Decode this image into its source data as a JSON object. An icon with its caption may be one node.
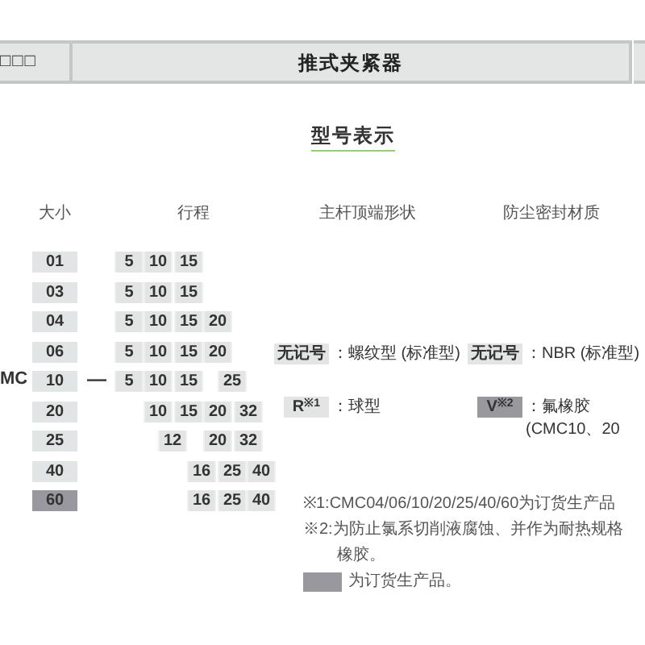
{
  "diagram": {
    "title": "型号表示",
    "nodes": [
      {
        "text": [
          "□□□"
        ]
      },
      {
        "text": [
          "推式夹紧器"
        ]
      },
      {
        "text": [
          "01"
        ]
      },
      {
        "text": [
          "5"
        ]
      },
      {
        "text": [
          "10"
        ]
      },
      {
        "text": [
          "15"
        ]
      },
      {
        "text": [
          "03"
        ]
      },
      {
        "text": [
          "5"
        ]
      },
      {
        "text": [
          "10"
        ]
      },
      {
        "text": [
          "15"
        ]
      },
      {
        "text": [
          "04"
        ]
      },
      {
        "text": [
          "5"
        ]
      },
      {
        "text": [
          "10"
        ]
      },
      {
        "text": [
          "15"
        ]
      },
      {
        "text": [
          "20"
        ]
      },
      {
        "text": [
          "06"
        ]
      },
      {
        "text": [
          "5"
        ]
      },
      {
        "text": [
          "10"
        ]
      },
      {
        "text": [
          "15"
        ]
      },
      {
        "text": [
          "20"
        ]
      },
      {
        "text": [
          "10"
        ]
      },
      {
        "text": [
          "5"
        ]
      },
      {
        "text": [
          "10"
        ]
      },
      {
        "text": [
          "15"
        ]
      },
      {
        "text": [
          "25"
        ]
      },
      {
        "text": [
          "20"
        ]
      },
      {
        "text": [
          "10"
        ]
      },
      {
        "text": [
          "15"
        ]
      },
      {
        "text": [
          "20"
        ]
      },
      {
        "text": [
          "32"
        ]
      },
      {
        "text": [
          "25"
        ]
      },
      {
        "text": [
          "12"
        ]
      },
      {
        "text": [
          "20"
        ]
      },
      {
        "text": [
          "32"
        ]
      },
      {
        "text": [
          "40"
        ]
      },
      {
        "text": [
          "16"
        ]
      },
      {
        "text": [
          "25"
        ]
      },
      {
        "text": [
          "40"
        ]
      },
      {
        "text": [
          "60"
        ]
      },
      {
        "text": [
          "16"
        ]
      },
      {
        "text": [
          "25"
        ]
      },
      {
        "text": [
          "40"
        ]
      },
      {
        "text": [
          "无记号"
        ],
        "beside": [
          "：螺纹型 (标准型)"
        ]
      },
      {
        "text": [
          "R$^{※1}$"
        ],
        "beside": [
          "：球型"
        ]
      },
      {
        "text": [
          "无记号"
        ],
        "beside": [
          "：NBR (标准型)"
        ]
      },
      {
        "text": [
          "V$^{※2}$"
        ],
        "beside": [
          "：氟橡胶",
          "(CMC10、20"
        ]
      }
    ],
    "labels": [
      "大小",
      "行程",
      "主杆顶端形状",
      "防尘密封材质",
      "MC",
      "—",
      "※1:CMC04/06/10/20/25/40/60为订货生产品",
      "※2:为防止氯系切削液腐蚀、并作为耐热规格",
      "橡胶。"
    ],
    "legend": [
      {
        "text": "为订货生产品。",
        "color": "#98989e"
      }
    ]
  }
}
